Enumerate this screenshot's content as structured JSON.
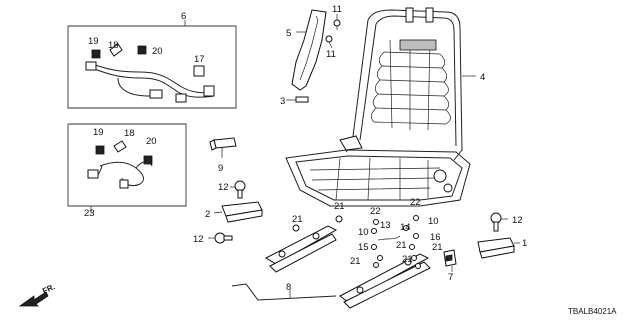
{
  "callouts": {
    "c1": "1",
    "c2": "2",
    "c3": "3",
    "c4": "4",
    "c5": "5",
    "c6": "6",
    "c7": "7",
    "c8": "8",
    "c9": "9",
    "c10a": "10",
    "c10b": "10",
    "c11a": "11",
    "c11b": "11",
    "c12a": "12",
    "c12b": "12",
    "c12c": "12",
    "c13": "13",
    "c14": "14",
    "c15": "15",
    "c16": "16",
    "c17": "17",
    "c18a": "18",
    "c18b": "18",
    "c19a": "19",
    "c19b": "19",
    "c20a": "20",
    "c20b": "20",
    "c21a": "21",
    "c21b": "21",
    "c21c": "21",
    "c21d": "21",
    "c21e": "21",
    "c21f": "21",
    "c22a": "22",
    "c22b": "22",
    "c23": "23"
  },
  "direction_label": "FR.",
  "diagram_code": "TBALB4021A"
}
